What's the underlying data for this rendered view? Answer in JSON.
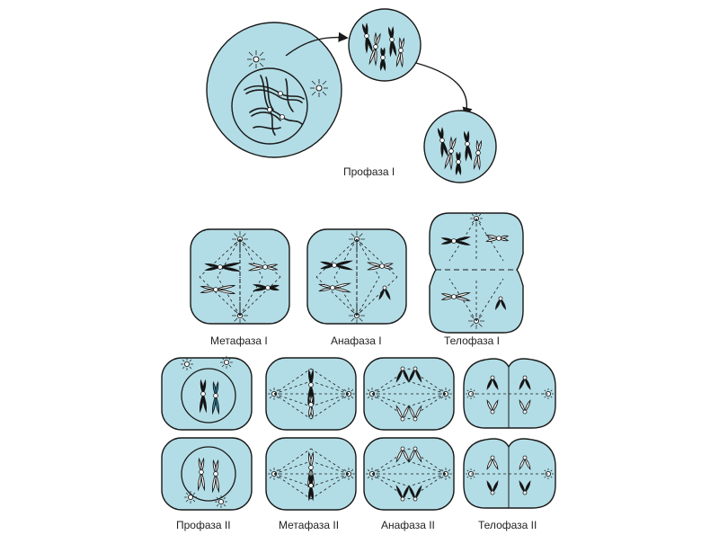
{
  "colors": {
    "cell_fill": "#b3dde6",
    "outline": "#1a1a1a",
    "chromatid_dark": "#111111",
    "chromatid_light": "#ffffff",
    "highlight": "#2a8fb0",
    "background": "#ffffff"
  },
  "labels": {
    "prophase1": "Профаза I",
    "metaphase1": "Метафаза I",
    "anaphase1": "Анафаза I",
    "telophase1": "Телофаза I",
    "prophase2": "Профаза II",
    "metaphase2": "Метафаза II",
    "anaphase2": "Анафаза II",
    "telophase2": "Телофаза II"
  }
}
